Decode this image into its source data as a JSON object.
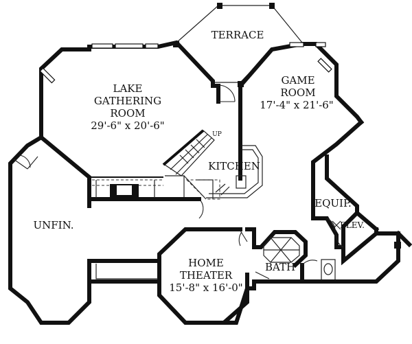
{
  "rooms": {
    "terrace": {
      "name": "TERRACE"
    },
    "lake_gathering": {
      "name_line1": "LAKE",
      "name_line2": "GATHERING",
      "name_line3": "ROOM",
      "dims": "29'-6\" x 20'-6\""
    },
    "game_room": {
      "name_line1": "GAME",
      "name_line2": "ROOM",
      "dims": "17'-4\" x 21'-6\""
    },
    "kitchen": {
      "name": "KITCHEN"
    },
    "stair": {
      "label": "UP"
    },
    "unfinished": {
      "name": "UNFIN."
    },
    "equipment": {
      "name": "EQUIP."
    },
    "elevator": {
      "name": "ELEV."
    },
    "home_theater": {
      "name_line1": "HOME",
      "name_line2": "THEATER",
      "dims": "15'-8\" x 16'-0\""
    },
    "bath": {
      "name": "BATH"
    }
  }
}
